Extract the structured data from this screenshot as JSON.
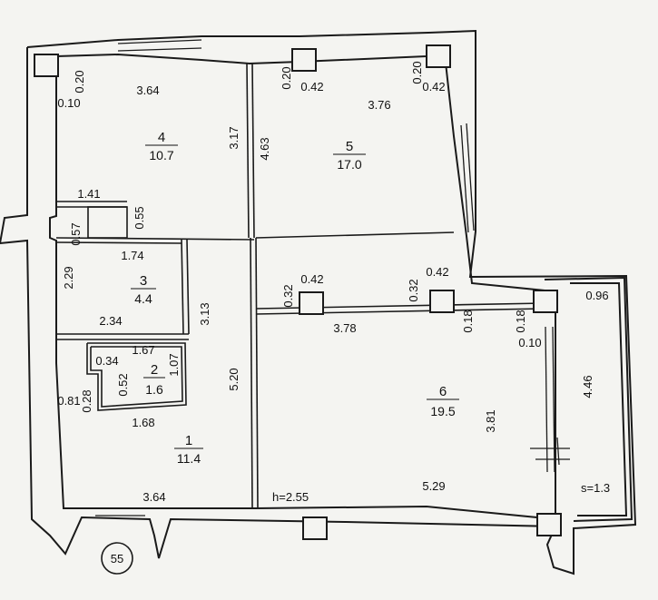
{
  "plan": {
    "colors": {
      "paper": "#f4f4f1",
      "wall": "#1a1a1a",
      "wall_fill": "#f4f4f1",
      "ink": "#111111"
    },
    "rooms": [
      {
        "id": "r1",
        "number": "1",
        "area": "11.4"
      },
      {
        "id": "r2",
        "number": "2",
        "area": "1.6"
      },
      {
        "id": "r3",
        "number": "3",
        "area": "4.4"
      },
      {
        "id": "r4",
        "number": "4",
        "area": "10.7"
      },
      {
        "id": "r5",
        "number": "5",
        "area": "17.0"
      },
      {
        "id": "r6",
        "number": "6",
        "area": "19.5"
      }
    ],
    "dimensions": {
      "r4_width": "3.64",
      "r4_height": "3.17",
      "r4_wall_top": "0.20",
      "r4_wall_left": "0.10",
      "r5_width": "3.76",
      "r5_height": "4.63",
      "r5_col_left_a": "0.20",
      "r5_col_left_b": "0.42",
      "r5_col_right_a": "0.20",
      "r5_col_right_b": "0.42",
      "wc_width": "1.41",
      "wc_height": "0.55",
      "wc_side": "0.57",
      "r3_width_top": "1.74",
      "r3_height": "2.29",
      "r3_width_bottom": "2.34",
      "r3_side": "3.13",
      "r2_width": "1.67",
      "r2_height": "1.07",
      "r2_side_a": "0.34",
      "r2_side_b": "0.52",
      "r1_small_a": "0.81",
      "r1_small_b": "0.28",
      "r1_width_mid": "1.68",
      "r1_height": "5.20",
      "r1_width_bottom": "3.64",
      "r6_col_a": "0.32",
      "r6_col_b": "0.42",
      "r6_col_c": "0.32",
      "r6_col_d": "0.42",
      "r6_width_top": "3.78",
      "r6_wall_a": "0.18",
      "r6_wall_b": "0.18",
      "r6_wall_c": "0.10",
      "r6_height": "3.81",
      "r6_width_bottom": "5.29",
      "balcony_width": "0.96",
      "balcony_height": "4.46"
    },
    "ceiling_height": "h=2.55",
    "balcony_area": "s=1.3",
    "section_marker": "55"
  }
}
